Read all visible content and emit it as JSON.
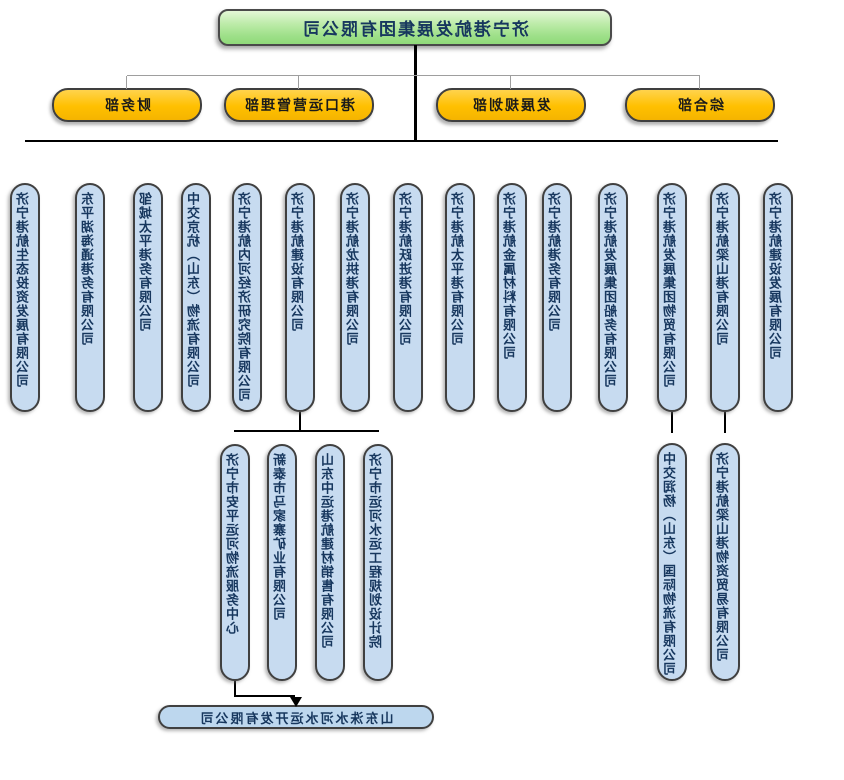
{
  "root": {
    "label": "济宁港航发展集团有限公司"
  },
  "departments": [
    {
      "label": "综合部"
    },
    {
      "label": "发展规划部"
    },
    {
      "label": "港口运营管理部"
    },
    {
      "label": "财务部"
    }
  ],
  "subsidiaries": [
    {
      "label": "济宁港航建设发展有限公司"
    },
    {
      "label": "济宁港航梁山港有限公司"
    },
    {
      "label": "济宁港航发展集团物贸有限公司"
    },
    {
      "label": "济宁港航发展集团船务有限公司"
    },
    {
      "label": "济宁港航港务有限公司"
    },
    {
      "label": "济宁港航金属材料有限公司"
    },
    {
      "label": "济宁港航太平港有限公司"
    },
    {
      "label": "济宁港航跃进港有限公司"
    },
    {
      "label": "济宁港航龙拱港有限公司"
    },
    {
      "label": "济宁港航建设有限公司"
    },
    {
      "label": "济宁港航内河经济研究院有限公司"
    },
    {
      "label": "中交京杭（山东）物流有限公司"
    },
    {
      "label": "邹城太平港务有限公司"
    },
    {
      "label": "东平湖海通港务有限公司"
    },
    {
      "label": "济宁港航生态投资发展有限公司"
    }
  ],
  "liangshan_children": [
    {
      "label": "济宁港航梁山港物资贸易有限公司"
    }
  ],
  "wumao_children": [
    {
      "label": "中交润杨（山东）国际物流有限公司"
    }
  ],
  "construction_children": [
    {
      "label": "济宁市运河水运工程规划设计院"
    },
    {
      "label": "山东中运港航建材销售有限公司"
    },
    {
      "label": "新泰市马家寨矿业有限公司"
    },
    {
      "label": "济宁市安平运河物流服务中心"
    }
  ],
  "anping_children": [
    {
      "label": "山东洙水河水运开发有限公司"
    }
  ],
  "colors": {
    "root_fill": "#a9e494",
    "department_fill": "#ffc000",
    "subsidiary_fill": "#c7dbf0",
    "bottom_fill": "#bdd7ee",
    "text_navy": "#17375e",
    "connector_black": "#000000",
    "connector_gray": "#9e9e9e"
  }
}
